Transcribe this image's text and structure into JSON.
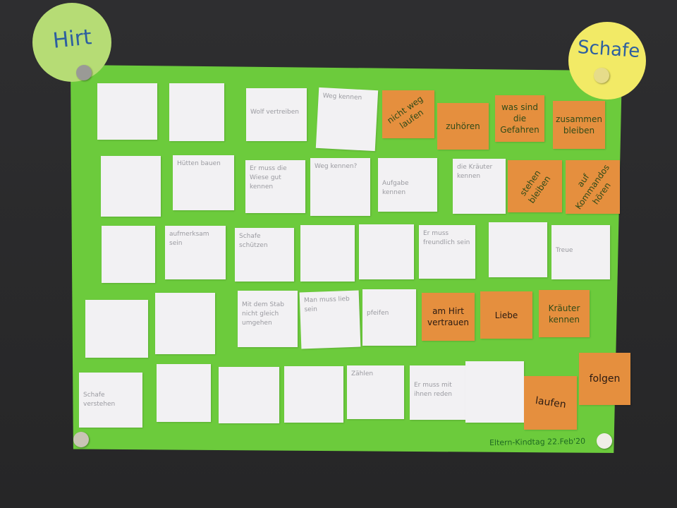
{
  "labels": {
    "shepherd": "Hirt",
    "sheep": "Schafe"
  },
  "footer": "Eltern-Kindtag 22.Feb'20",
  "white_notes": [
    "",
    "",
    "Wolf vertreiben",
    "Weg kennen",
    "",
    "Hütten bauen",
    "Er muss die Wiese gut kennen",
    "Weg kennen?",
    "Aufgabe kennen",
    "die Kräuter kennen",
    "",
    "aufmerksam sein",
    "Schafe schützen",
    "",
    "",
    "Er muss freundlich sein",
    "",
    "Treue",
    "",
    "",
    "Mit dem Stab nicht gleich umgehen",
    "Man muss lieb sein",
    "pfeifen",
    "Schafe verstehen",
    "",
    "",
    "",
    "Zählen",
    "Er muss mit ihnen reden",
    ""
  ],
  "orange_notes": [
    "nicht weg laufen",
    "zuhören",
    "was sind die Gefahren",
    "zusammen bleiben",
    "stehen bleiben",
    "auf Kommandos hören",
    "am Hirt vertrauen",
    "Liebe",
    "Kräuter kennen",
    "laufen",
    "folgen"
  ]
}
